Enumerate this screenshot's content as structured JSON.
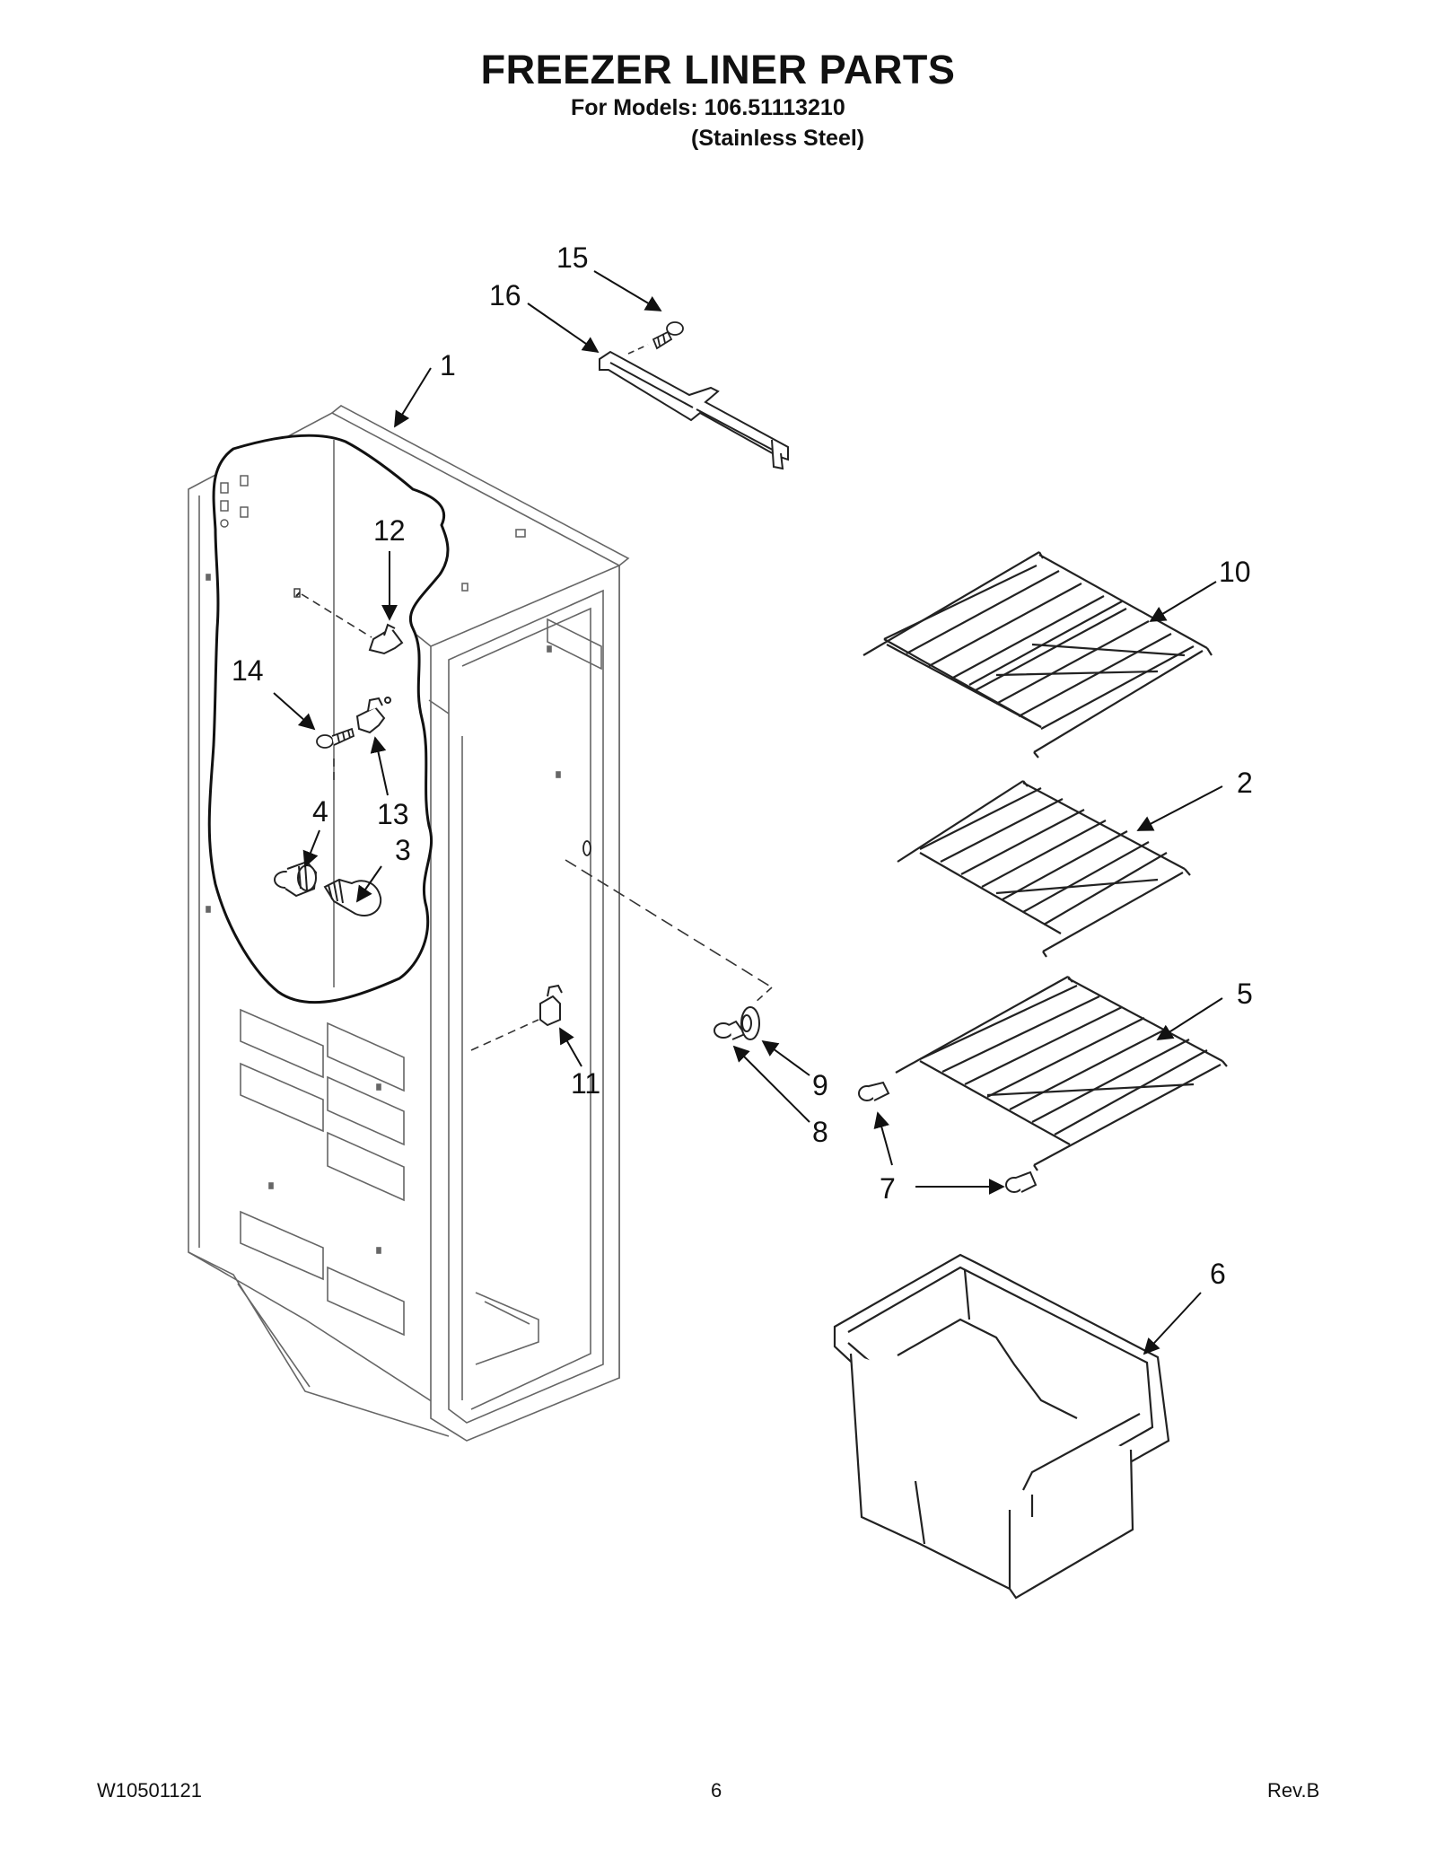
{
  "header": {
    "title": "FREEZER LINER PARTS",
    "models_line": "For Models: 106.51113210",
    "finish_line": "(Stainless Steel)"
  },
  "callouts": [
    "1",
    "2",
    "3",
    "4",
    "5",
    "6",
    "7",
    "8",
    "9",
    "10",
    "11",
    "12",
    "13",
    "14",
    "15",
    "16"
  ],
  "footer": {
    "doc_number": "W10501121",
    "page_number": "6",
    "revision": "Rev.B"
  }
}
